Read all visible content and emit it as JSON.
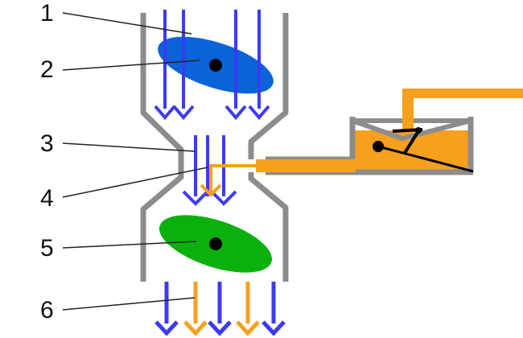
{
  "labels": {
    "n1": "1",
    "n2": "2",
    "n3": "3",
    "n4": "4",
    "n5": "5",
    "n6": "6"
  },
  "colors": {
    "wall": "#8c8c8c",
    "air_arrow": "#3b3bf5",
    "fuel": "#f7a01e",
    "throttle_plate": "#0a63d8",
    "choke_plate": "#0bb00b",
    "pivot": "#000000",
    "leader_line": "#222222"
  }
}
